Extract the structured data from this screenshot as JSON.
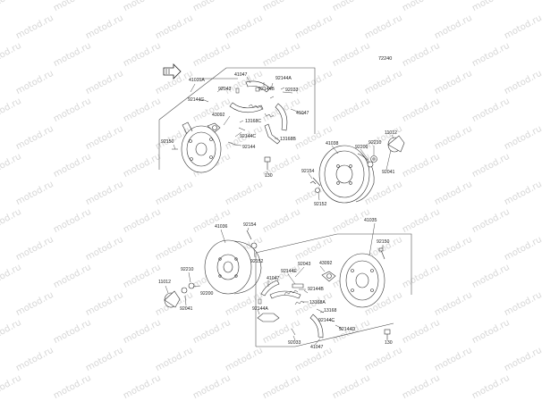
{
  "diagram_code": "72240",
  "watermark": "motod.ru",
  "labels": {
    "p41035a": "41035A",
    "p41047_a": "41047",
    "p92144a_a": "92144A",
    "p92043_a": "92043",
    "p92144b_a": "92144B",
    "p92033_a": "92033",
    "p92144c_a": "92144C",
    "p43092_a": "43092",
    "p13168c": "13168C",
    "p41047_b": "41047",
    "p92150_a": "92150",
    "p92144c_b": "92144C",
    "p13168b": "13168B",
    "p92144_a": "92144",
    "p130_a": "130",
    "p41038": "41038",
    "p92200_a": "92200",
    "p92210_a": "92210",
    "p11012_a": "11012",
    "p92154_a": "92154",
    "p92041_a": "92041",
    "p92152_a": "92152",
    "p41036": "41036",
    "p92154_b": "92154",
    "p41035": "41035",
    "p92150_b": "92150",
    "p92152_b": "92152",
    "p92043_b": "92043",
    "p43092_b": "43092",
    "p92144e": "92144E",
    "p92210_b": "92210",
    "p11012_b": "11012",
    "p41047_c": "41047",
    "p92200_b": "92200",
    "p92144b_b": "92144B",
    "p13168a": "13168A",
    "p92041_b": "92041",
    "p92144a_b": "92144A",
    "p13168": "13168",
    "p92144c_c": "92144C",
    "p92144d": "92144D",
    "p92033_b": "92033",
    "p130_b": "130",
    "p41047_d": "41047"
  }
}
